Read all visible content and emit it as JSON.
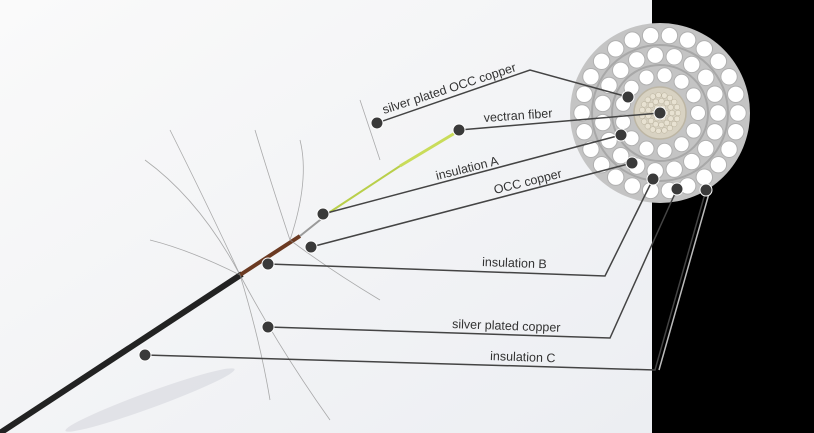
{
  "labels": {
    "silver_plated_occ_copper": "silver plated OCC copper",
    "vectran_fiber": "vectran fiber",
    "insulation_a": "insulation A",
    "occ_copper": "OCC copper",
    "insulation_b": "insulation B",
    "silver_plated_copper": "silver plated copper",
    "insulation_c": "insulation C"
  },
  "colors": {
    "background": "#f4f5f7",
    "right_panel": "#000000",
    "leader": "#444444",
    "dot": "#3a3a3a",
    "strand": "#bfbfbf",
    "core": "#d8d2c2"
  }
}
